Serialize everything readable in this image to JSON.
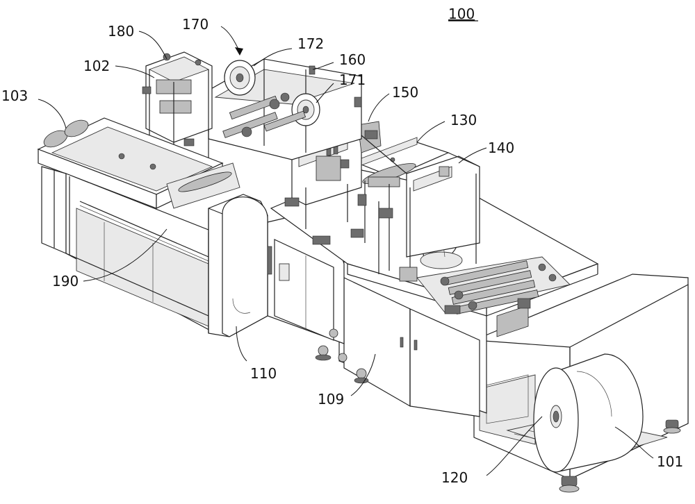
{
  "figure": {
    "reference_numerals": [
      {
        "id": "100",
        "text": "100",
        "underlined": true
      },
      {
        "id": "180",
        "text": "180"
      },
      {
        "id": "170",
        "text": "170"
      },
      {
        "id": "172",
        "text": "172"
      },
      {
        "id": "102",
        "text": "102"
      },
      {
        "id": "160",
        "text": "160"
      },
      {
        "id": "171",
        "text": "171"
      },
      {
        "id": "103",
        "text": "103"
      },
      {
        "id": "150",
        "text": "150"
      },
      {
        "id": "130",
        "text": "130"
      },
      {
        "id": "140",
        "text": "140"
      },
      {
        "id": "190",
        "text": "190"
      },
      {
        "id": "110",
        "text": "110"
      },
      {
        "id": "109",
        "text": "109"
      },
      {
        "id": "120",
        "text": "120"
      },
      {
        "id": "101",
        "text": "101"
      }
    ]
  }
}
